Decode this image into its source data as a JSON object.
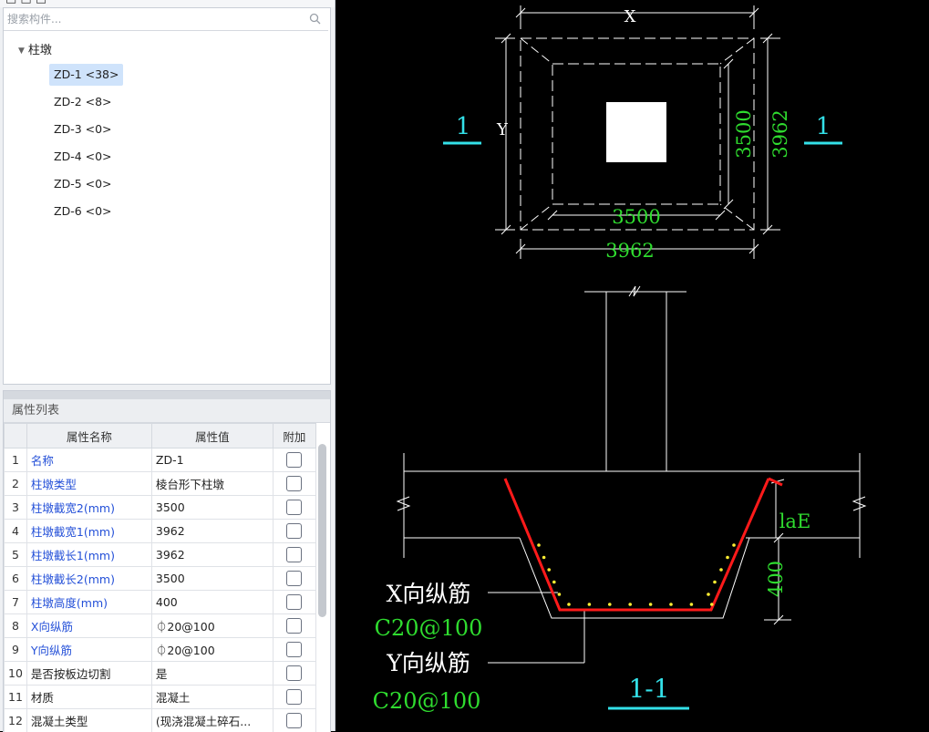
{
  "search": {
    "placeholder": "搜索构件..."
  },
  "tree": {
    "root_label": "柱墩",
    "items": [
      "ZD-1 <38>",
      "ZD-2 <8>",
      "ZD-3 <0>",
      "ZD-4 <0>",
      "ZD-5 <0>",
      "ZD-6 <0>"
    ],
    "selected_index": 0
  },
  "properties": {
    "title": "属性列表",
    "headers": [
      "属性名称",
      "属性值",
      "附加"
    ],
    "rows": [
      {
        "num": "1",
        "name": "名称",
        "value": "ZD-1"
      },
      {
        "num": "2",
        "name": "柱墩类型",
        "value": "棱台形下柱墩"
      },
      {
        "num": "3",
        "name": "柱墩截宽2(mm)",
        "value": "3500"
      },
      {
        "num": "4",
        "name": "柱墩截宽1(mm)",
        "value": "3962"
      },
      {
        "num": "5",
        "name": "柱墩截长1(mm)",
        "value": "3962"
      },
      {
        "num": "6",
        "name": "柱墩截长2(mm)",
        "value": "3500"
      },
      {
        "num": "7",
        "name": "柱墩高度(mm)",
        "value": "400"
      },
      {
        "num": "8",
        "name": "X向纵筋",
        "value": "⏀20@100"
      },
      {
        "num": "9",
        "name": "Y向纵筋",
        "value": "⏀20@100"
      },
      {
        "num": "10",
        "name": "是否按板边切割",
        "value": "是"
      },
      {
        "num": "11",
        "name": "材质",
        "value": "混凝土"
      },
      {
        "num": "12",
        "name": "混凝土类型",
        "value": "(现浇混凝土碎石..."
      }
    ]
  },
  "drawing": {
    "plan": {
      "dim_x": "X",
      "dim_y": "Y",
      "inner_w": "3500",
      "inner_h": "3500",
      "outer_w": "3962",
      "outer_h": "3962",
      "section_mark": "1"
    },
    "section": {
      "title": "1-1",
      "lae": "laE",
      "height": "400",
      "x_bar_label": "X向纵筋",
      "x_bar_spec": "C20@100",
      "y_bar_label": "Y向纵筋",
      "y_bar_spec": "C20@100"
    },
    "colors": {
      "dim": "#2fdc2f",
      "mark": "#33e0e8",
      "bar": "#ff1a1a",
      "dots": "#ffee33",
      "lines": "#ffffff"
    }
  }
}
